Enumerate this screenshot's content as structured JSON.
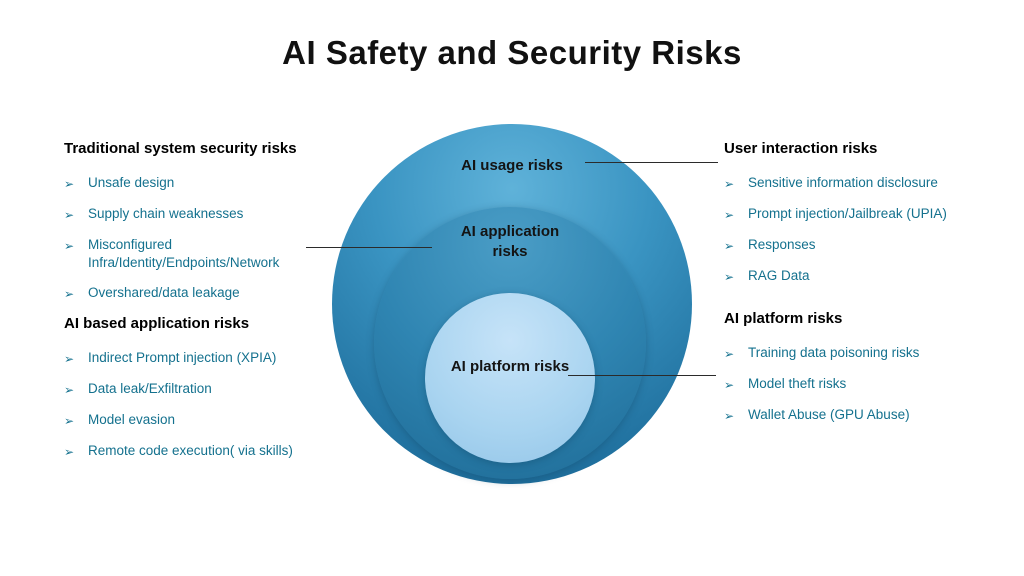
{
  "title": "AI Safety and Security Risks",
  "bullet": "➢",
  "colors": {
    "teal_text": "#14718e",
    "outer_circle": "#2f85b2",
    "middle_circle": "#27799f",
    "inner_circle": "#a9d4f0",
    "heading_text": "#000000"
  },
  "diagram": {
    "outer_label": "AI usage risks",
    "middle_label": "AI application risks",
    "inner_label": "AI platform risks"
  },
  "left": {
    "sections": [
      {
        "heading": "Traditional system security risks",
        "items": [
          "Unsafe design",
          "Supply chain weaknesses",
          "Misconfigured Infra/Identity/Endpoints/Network",
          "Overshared/data leakage"
        ]
      },
      {
        "heading": "AI based application risks",
        "items": [
          "Indirect Prompt injection (XPIA)",
          "Data leak/Exfiltration",
          "Model evasion",
          "Remote code execution( via skills)"
        ]
      }
    ]
  },
  "right": {
    "sections": [
      {
        "heading": "User interaction risks",
        "items": [
          "Sensitive information disclosure",
          "Prompt injection/Jailbreak (UPIA)",
          "Responses",
          "RAG Data"
        ]
      },
      {
        "heading": "AI platform risks",
        "items": [
          "Training data poisoning risks",
          "Model theft risks",
          "Wallet Abuse (GPU Abuse)"
        ]
      }
    ]
  }
}
